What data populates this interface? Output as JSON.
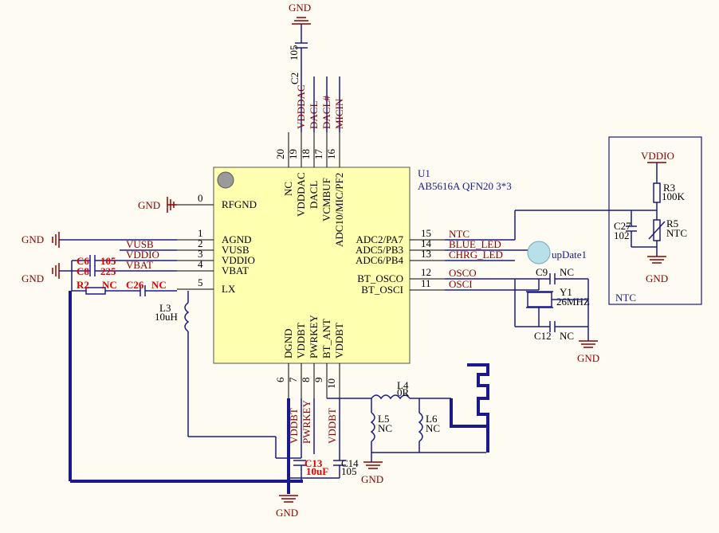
{
  "chip": {
    "designator": "U1",
    "part": "AB5616A QFN20 3*3",
    "left_pins": [
      {
        "num": "0",
        "name": "RFGND"
      },
      {
        "num": "1",
        "name": "AGND"
      },
      {
        "num": "2",
        "name": "VUSB"
      },
      {
        "num": "3",
        "name": "VDDIO"
      },
      {
        "num": "4",
        "name": "VBAT"
      },
      {
        "num": "5",
        "name": "LX"
      }
    ],
    "right_pins": [
      {
        "num": "15",
        "name": "ADC2/PA7",
        "net": "NTC"
      },
      {
        "num": "14",
        "name": "ADC5/PB3",
        "net": "BLUE_LED"
      },
      {
        "num": "13",
        "name": "ADC6/PB4",
        "net": "CHRG_LED"
      },
      {
        "num": "12",
        "name": "BT_OSCO",
        "net": "OSCO"
      },
      {
        "num": "11",
        "name": "BT_OSCI",
        "net": "OSCI"
      }
    ],
    "top_pins": [
      {
        "num": "20",
        "name": "NC",
        "net": ""
      },
      {
        "num": "19",
        "name": "VDDDAC",
        "net": "VDDDAC"
      },
      {
        "num": "18",
        "name": "DACL",
        "net": "DACL"
      },
      {
        "num": "17",
        "name": "VCMBUF",
        "net": "DACL#"
      },
      {
        "num": "16",
        "name": "ADC10/MIC/PF2",
        "net": "MICIN"
      }
    ],
    "bottom_pins": [
      {
        "num": "6",
        "name": "DGND",
        "net": ""
      },
      {
        "num": "7",
        "name": "VDDBT",
        "net": "VDDBT"
      },
      {
        "num": "8",
        "name": "PWRKEY",
        "net": "PWRKEY"
      },
      {
        "num": "9",
        "name": "BT_ANT",
        "net": ""
      },
      {
        "num": "10",
        "name": "VDDBT",
        "net": "VDDBT"
      }
    ]
  },
  "left_nets": {
    "gnd0": "GND",
    "gnd1": "GND",
    "gnd4": "GND",
    "vusb": "VUSB",
    "vddio": "VDDIO",
    "vbat": "VBAT"
  },
  "left_parts": {
    "c6": "C6",
    "c6v": "105",
    "c8": "C8",
    "c8v": "225",
    "r2": "R2",
    "r2v": "NC",
    "c26": "C26",
    "c26v": "NC",
    "l3": "L3",
    "l3v": "10uH"
  },
  "top_parts": {
    "gnd": "GND",
    "c2": "C2",
    "c2v": "105"
  },
  "bottom_parts": {
    "c13": "C13",
    "c13v": "10uF",
    "c14": "C14",
    "c14v": "105",
    "gnd": "GND",
    "l4": "L4",
    "l4v": "0R",
    "l5": "L5",
    "l5v": "NC",
    "l6": "L6",
    "l6v": "NC",
    "gnd2": "GND"
  },
  "crystal": {
    "c9": "C9",
    "c9v": "NC",
    "c12": "C12",
    "c12v": "NC",
    "y1": "Y1",
    "y1v": "26MHZ",
    "gnd": "GND"
  },
  "testpoint": "upDate1",
  "ntc_box": {
    "title": "NTC",
    "vddio": "VDDIO",
    "r3": "R3",
    "r3v": "100K",
    "r5": "R5",
    "r5v": "NTC",
    "c27": "C27",
    "c27v": "102",
    "gnd": "GND"
  }
}
